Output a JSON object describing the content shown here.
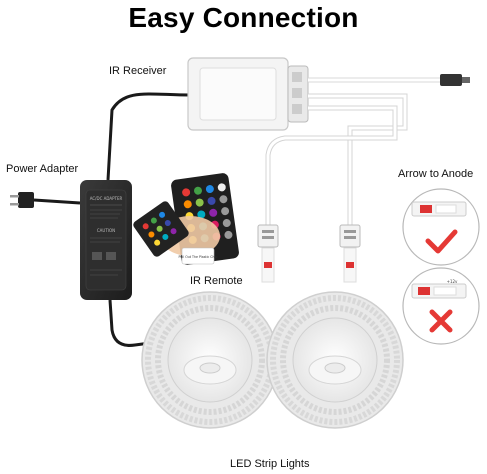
{
  "title": "Easy Connection",
  "labels": {
    "ir_receiver": "IR Receiver",
    "power_adapter": "Power Adapter",
    "ir_remote": "IR Remote",
    "arrow_to_anode": "Arrow to Anode",
    "led_strip_lights": "LED Strip Lights"
  },
  "adapter_text": {
    "heading": "AC/DC ADAPTER",
    "caution": "CAUTION"
  },
  "remote_tab": "Pull Out The Plastic Chip",
  "strip_marking": "+12v",
  "colors": {
    "correct_check": "#e53935",
    "wrong_cross": "#e53935",
    "adapter_body": "#2a2a2a",
    "wire": "#1a1a1a"
  },
  "icons": [
    "check-icon",
    "cross-icon",
    "power-plug-icon",
    "dc-jack-icon"
  ]
}
